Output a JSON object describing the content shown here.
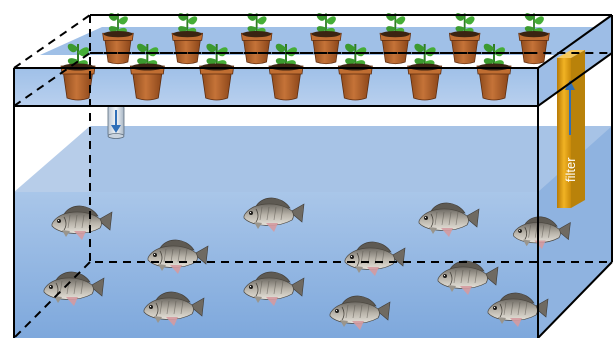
{
  "diagram": {
    "filter_label": "filter",
    "plant_pots": [
      {
        "row": "back",
        "index": 1
      },
      {
        "row": "back",
        "index": 2
      },
      {
        "row": "back",
        "index": 3
      },
      {
        "row": "back",
        "index": 4
      },
      {
        "row": "back",
        "index": 5
      },
      {
        "row": "back",
        "index": 6
      },
      {
        "row": "back",
        "index": 7
      },
      {
        "row": "front",
        "index": 1
      },
      {
        "row": "front",
        "index": 2
      },
      {
        "row": "front",
        "index": 3
      },
      {
        "row": "front",
        "index": 4
      },
      {
        "row": "front",
        "index": 5
      },
      {
        "row": "front",
        "index": 6
      },
      {
        "row": "front",
        "index": 7
      }
    ],
    "fish_count": 12,
    "flow": {
      "drain_pipe": "down-arrow-icon",
      "filter_pipe": "up-arrow-icon"
    },
    "colors": {
      "water_light": "#c5d7ec",
      "water": "#9cbde4",
      "water_front": "#86aee0",
      "grow_bed": "#a9c4e8",
      "pot": "#b9672f",
      "pot_dark": "#7c3e17",
      "soil": "#3b2412",
      "leaf": "#3c9a2f",
      "filter": "#e2a415",
      "arrow": "#2f6fb8",
      "edge": "#000000"
    }
  }
}
